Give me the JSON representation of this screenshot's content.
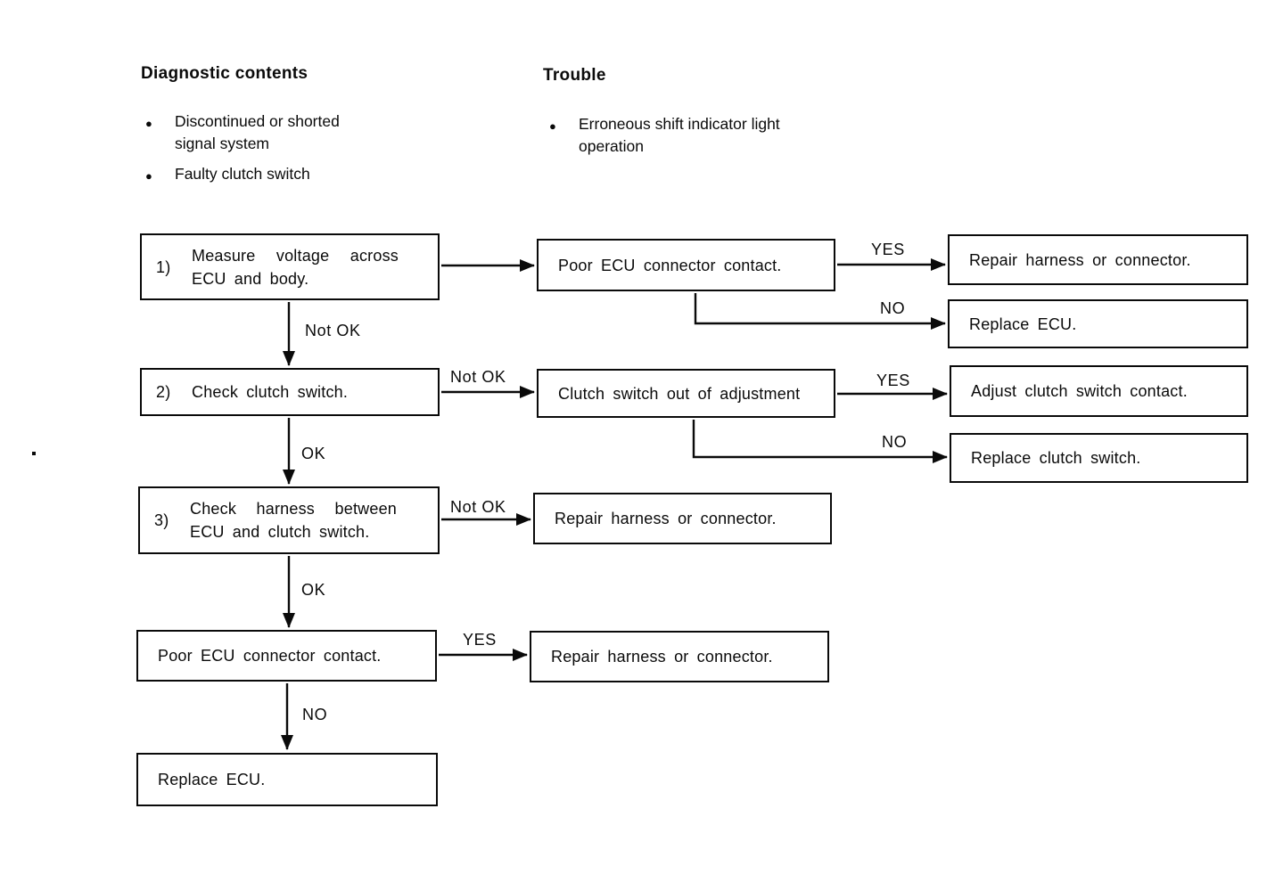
{
  "header": {
    "diagnostic": {
      "title": "Diagnostic contents",
      "items": [
        {
          "bullet": "●",
          "text": "Discontinued or shorted signal system"
        },
        {
          "bullet": "●",
          "text": "Faulty clutch switch"
        }
      ]
    },
    "trouble": {
      "title": "Trouble",
      "items": [
        {
          "bullet": "●",
          "text": "Erroneous shift indicator light operation"
        }
      ]
    }
  },
  "flowchart": {
    "steps": {
      "step1": {
        "num": "1)",
        "text": "Measure voltage across ECU and body."
      },
      "step2": {
        "num": "2)",
        "text": "Check clutch switch."
      },
      "step3": {
        "num": "3)",
        "text": "Check harness between ECU and clutch switch."
      },
      "poor_ecu_top": {
        "text": "Poor ECU connector contact."
      },
      "repair_harness_top": {
        "text": "Repair harness or connector."
      },
      "replace_ecu_top": {
        "text": "Replace ECU."
      },
      "clutch_out_of_adjustment": {
        "text": "Clutch switch out of adjustment"
      },
      "adjust_clutch_contact": {
        "text": "Adjust clutch switch contact."
      },
      "replace_clutch_switch": {
        "text": "Replace clutch switch."
      },
      "repair_harness_mid": {
        "text": "Repair harness or connector."
      },
      "poor_ecu_bottom": {
        "text": "Poor ECU connector contact."
      },
      "repair_harness_bottom": {
        "text": "Repair harness or connector."
      },
      "replace_ecu_bottom": {
        "text": "Replace ECU."
      }
    },
    "labels": {
      "yes": "YES",
      "no": "NO",
      "ok": "OK",
      "not_ok": "Not OK"
    },
    "ink_color": "#0a0a0a",
    "paper_color": "#ffffff"
  }
}
